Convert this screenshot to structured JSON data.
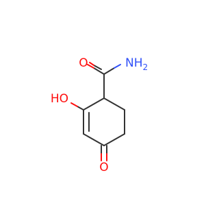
{
  "colors": {
    "background": "#ffffff",
    "carbon_bond": "#333333",
    "oxygen": "#ff0d0d",
    "nitrogen": "#3050f8"
  },
  "atoms": {
    "amide_n": {
      "text": "NH",
      "subscript": "2",
      "element": "N"
    },
    "amide_o": {
      "text": "O",
      "element": "O"
    },
    "hydroxyl": {
      "text": "HO",
      "element": "O"
    },
    "ketone_o": {
      "text": "O",
      "element": "O"
    }
  }
}
